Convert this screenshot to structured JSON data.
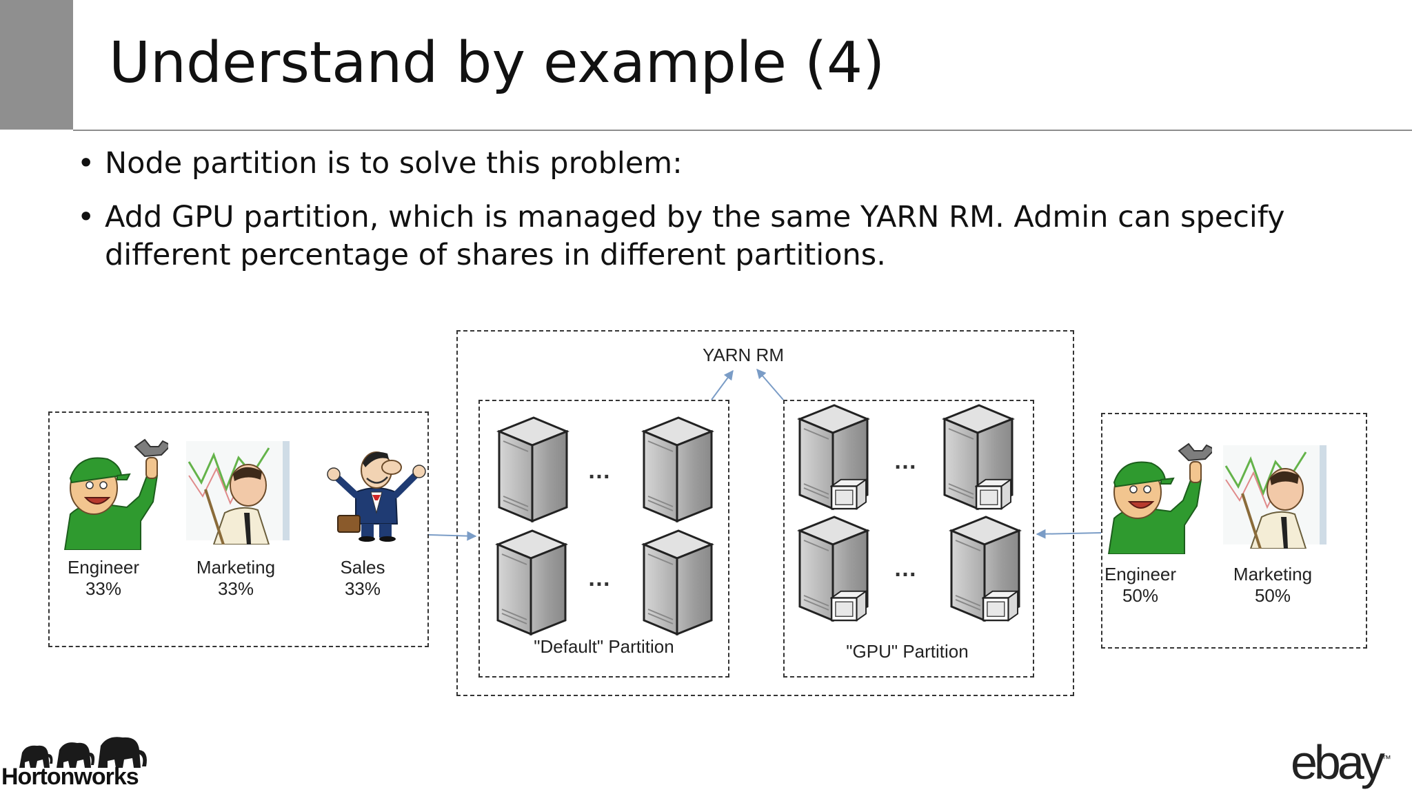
{
  "slide": {
    "title": "Understand by example (4)",
    "bullets": [
      "Node partition is to solve this problem:",
      "Add GPU partition, which is managed by the same YARN RM. Admin can specify different percentage of shares in different partitions."
    ]
  },
  "diagram": {
    "rm_label": "YARN RM",
    "left_group": [
      {
        "name": "Engineer",
        "share": "33%"
      },
      {
        "name": "Marketing",
        "share": "33%"
      },
      {
        "name": "Sales",
        "share": "33%"
      }
    ],
    "right_group": [
      {
        "name": "Engineer",
        "share": "50%"
      },
      {
        "name": "Marketing",
        "share": "50%"
      }
    ],
    "default_partition_label": "\"Default\" Partition",
    "gpu_partition_label": "\"GPU\" Partition",
    "ellipsis": "…"
  },
  "footer": {
    "left_logo": "Hortonworks",
    "right_logo": "ebay",
    "right_logo_tm": "™"
  },
  "colors": {
    "header_block": "#8f8f8f",
    "arrow": "#7a9cc6",
    "engineer_green": "#2f9a2f",
    "server_grey": "#a9a9a9"
  }
}
